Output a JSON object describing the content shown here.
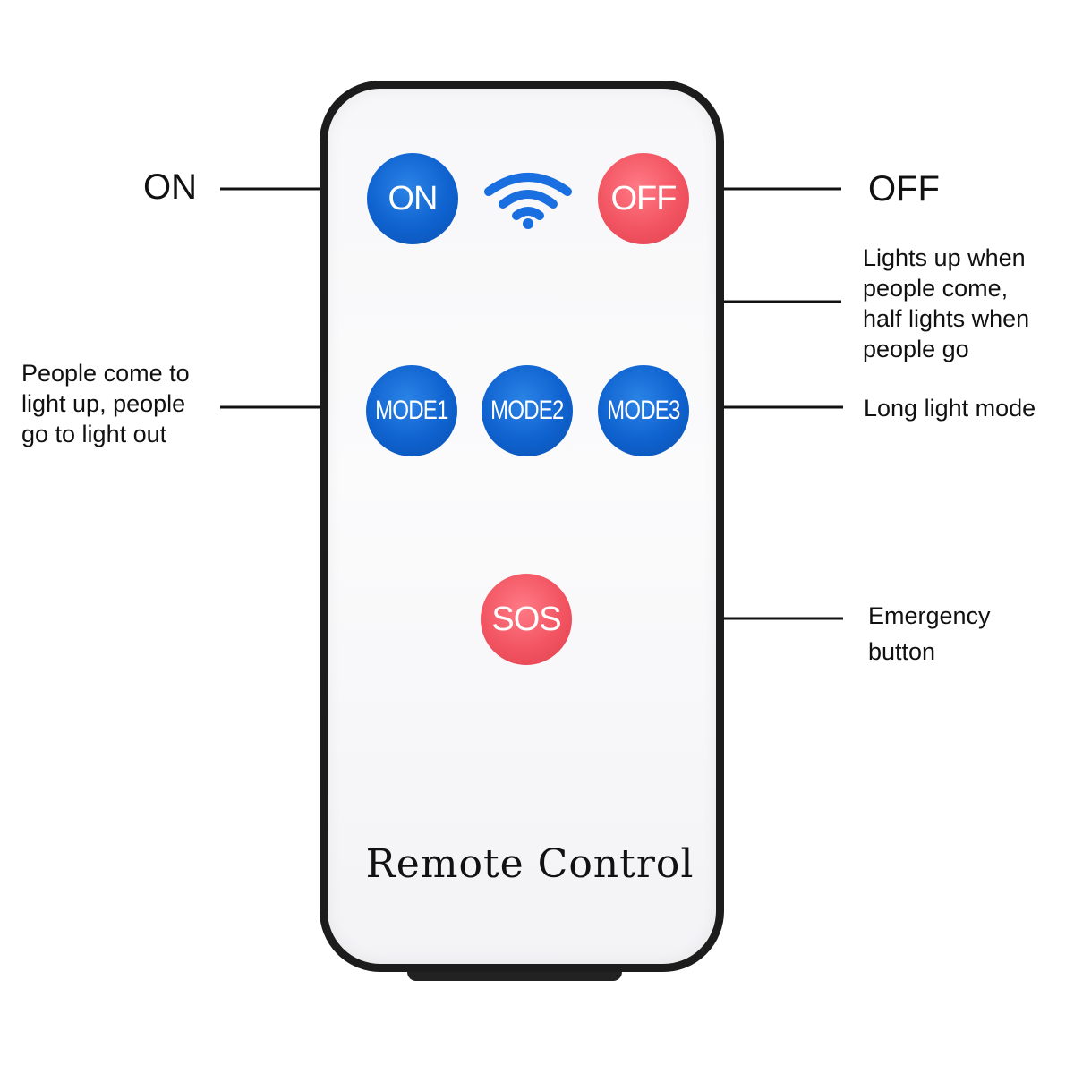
{
  "remote": {
    "title": "Remote Control"
  },
  "buttons": {
    "on": "ON",
    "off": "OFF",
    "mode1": "MODE1",
    "mode2": "MODE2",
    "mode3": "MODE3",
    "sos": "SOS"
  },
  "icons": {
    "signal": "wifi-icon"
  },
  "callouts": {
    "on": "ON",
    "off": "OFF",
    "mode1": [
      "People come to",
      "light up, people",
      "go to light out"
    ],
    "mode2": [
      "Lights up when",
      "people come,",
      "half lights when",
      "people go"
    ],
    "mode3": "Long light mode",
    "sos": [
      "Emergency",
      "button"
    ]
  },
  "colors": {
    "blue_button": "#0f62cf",
    "red_button": "#f25461",
    "casing_border": "#1c1c1c",
    "wifi_icon": "#1a6fe0"
  }
}
